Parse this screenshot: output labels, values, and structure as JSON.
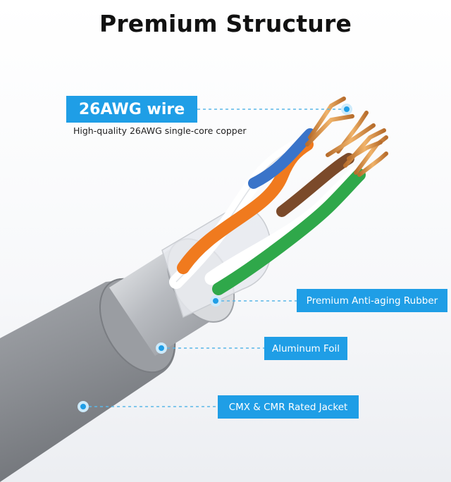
{
  "header": {
    "title": "Premium Structure"
  },
  "callouts": {
    "wire_title": "26AWG wire",
    "wire_subtitle": "High-quality 26AWG single-core copper",
    "rubber": "Premium Anti-aging Rubber",
    "foil": "Aluminum Foil",
    "jacket": "CMX & CMR Rated Jacket"
  },
  "colors": {
    "accent": "#1f9ee6",
    "jacket": "#8e9196",
    "foil": "#c4c7cc",
    "orange_wire": "#f07a1e",
    "green_wire": "#2fa84a",
    "blue_wire": "#3a74c9",
    "brown_wire": "#7b4a2a",
    "copper": "#d8924a"
  }
}
